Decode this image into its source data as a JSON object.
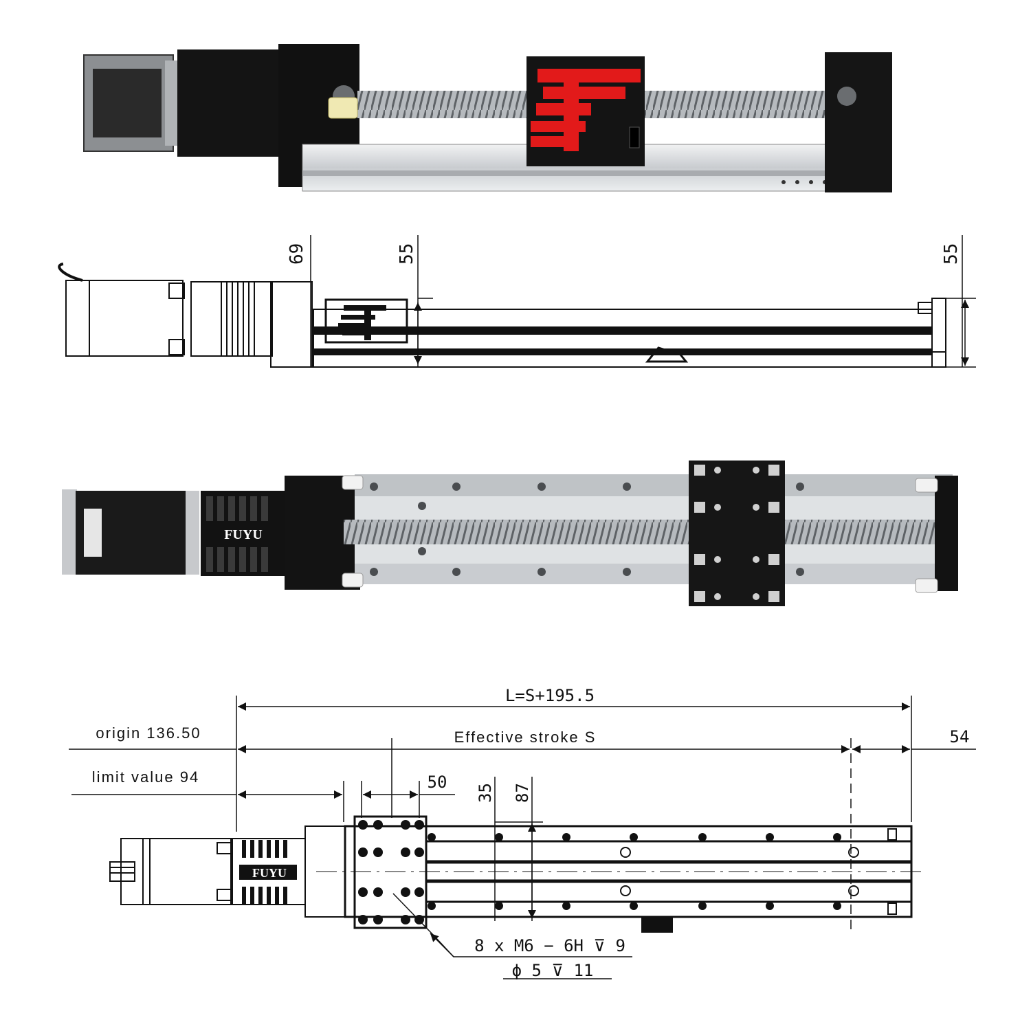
{
  "photo_top": {
    "logo": "F"
  },
  "side_view": {
    "dim_motor_flange": "69",
    "dim_carriage_height": "55",
    "dim_end_height": "55"
  },
  "photo_mid": {
    "brand": "FUYU"
  },
  "plan_view": {
    "overall_length": "L=S+195.5",
    "effective_stroke": "Effective stroke S",
    "origin": "origin 136.50",
    "limit": "limit value 94",
    "end_offset": "54",
    "hole_pitch_x": "50",
    "hole_pitch_y_inner": "35",
    "hole_pitch_y_outer": "87",
    "thread_spec": "8 x  M6 − 6H ⊽ 9",
    "hole_spec": "ϕ 5 ⊽ 11",
    "brand": "FUYU"
  },
  "colors": {
    "ink": "#111111",
    "black_body": "#1a1a1a",
    "aluminum": "#d9dcdf",
    "screw": "#9ea2a6",
    "accent_red": "#e21a1a"
  }
}
